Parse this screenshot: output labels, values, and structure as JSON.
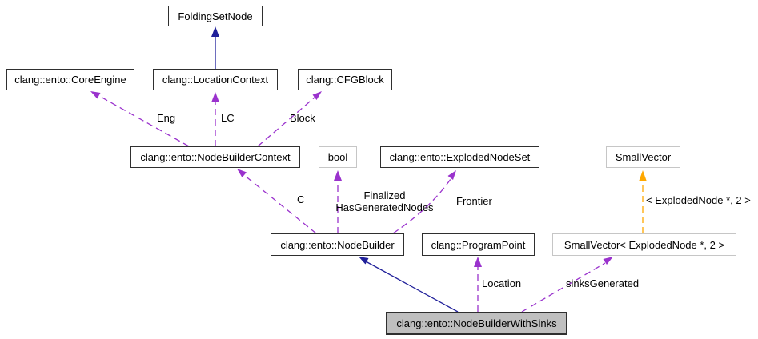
{
  "colors": {
    "inheritance": "#20209a",
    "usage": "#9a32cd",
    "template": "#ffa800",
    "node_border": "#2f2f2f",
    "node_border_light": "#c6c6c6",
    "main_fill": "#bfbfbf",
    "canvas_bg": "#ffffff",
    "text": "#000000"
  },
  "nodes": [
    {
      "id": "folding-set-node",
      "label": "FoldingSetNode"
    },
    {
      "id": "core-engine",
      "label": "clang::ento::CoreEngine"
    },
    {
      "id": "location-context",
      "label": "clang::LocationContext"
    },
    {
      "id": "cfg-block",
      "label": "clang::CFGBlock"
    },
    {
      "id": "node-builder-context",
      "label": "clang::ento::NodeBuilderContext"
    },
    {
      "id": "bool",
      "label": "bool"
    },
    {
      "id": "exploded-node-set",
      "label": "clang::ento::ExplodedNodeSet"
    },
    {
      "id": "small-vector",
      "label": "SmallVector"
    },
    {
      "id": "node-builder",
      "label": "clang::ento::NodeBuilder"
    },
    {
      "id": "program-point",
      "label": "clang::ProgramPoint"
    },
    {
      "id": "small-vector-instance",
      "label": "SmallVector< ExplodedNode *, 2 >"
    },
    {
      "id": "node-builder-with-sinks",
      "label": "clang::ento::NodeBuilderWithSinks"
    }
  ],
  "edge_labels": {
    "eng": "Eng",
    "lc": "LC",
    "block": "Block",
    "c": "C",
    "finalized_line1": "Finalized",
    "finalized_line2": "HasGeneratedNodes",
    "frontier": "Frontier",
    "template_args": "< ExplodedNode *, 2 >",
    "location": "Location",
    "sinks_generated": "sinksGenerated"
  }
}
